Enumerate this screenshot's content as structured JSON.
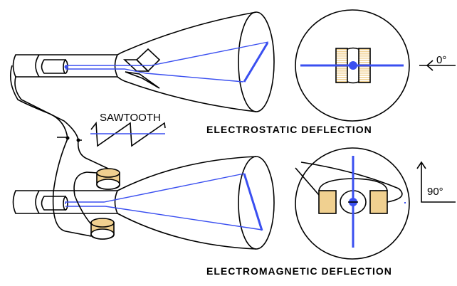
{
  "labels": {
    "sawtooth": "SAWTOOTH",
    "electrostatic": "ELECTROSTATIC DEFLECTION",
    "electromagnetic": "ELECTROMAGNETIC DEFLECTION",
    "angle_0": "0°",
    "angle_90": "90°"
  },
  "colors": {
    "beam": "#3a4ff0",
    "plate": "#f0d090",
    "line": "#000000"
  }
}
